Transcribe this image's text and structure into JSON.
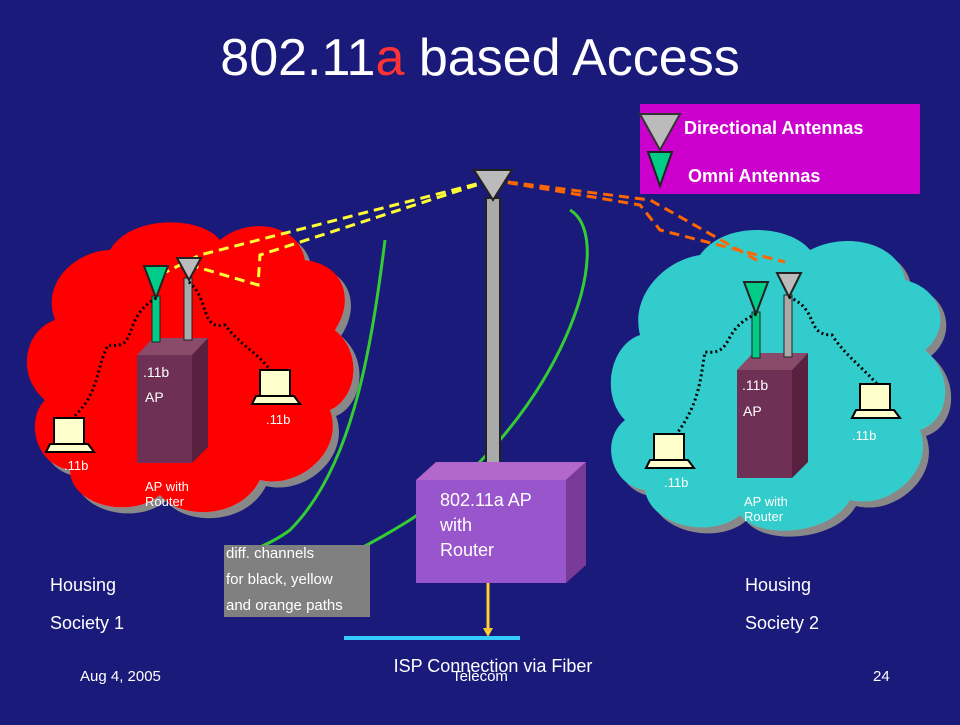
{
  "title": {
    "prefix": "802.11",
    "accent": "a",
    "suffix": " based Access"
  },
  "legend": {
    "directional": "Directional Antennas",
    "omni": "Omni Antennas"
  },
  "society1": {
    "ap_line1": ".11b",
    "ap_line2": "AP",
    "laptop_left": ".11b",
    "laptop_right": ".11b",
    "router_line1": "AP with",
    "router_line2": "Router",
    "housing_line1": "Housing",
    "housing_line2": "Society 1"
  },
  "society2": {
    "ap_line1": ".11b",
    "ap_line2": "AP",
    "laptop_left": ".11b",
    "laptop_right": ".11b",
    "router_line1": "AP with",
    "router_line2": "Router",
    "housing_line1": "Housing",
    "housing_line2": "Society 2"
  },
  "central_ap": {
    "line1": "802.11a AP",
    "line2": "with",
    "line3": "Router"
  },
  "channels_note": {
    "line1": "diff. channels",
    "line2": "for black, yellow",
    "line3": "and orange paths"
  },
  "isp": "ISP Connection via Fiber",
  "footer": {
    "date": "Aug 4, 2005",
    "center": "Telecom",
    "page": "24"
  },
  "colors": {
    "background": "#1a1a7a",
    "cloud1": "#ff0000",
    "cloud2": "#33cccc",
    "legend_bg": "#cc00cc",
    "accent": "#ff3333",
    "yellow_link": "#ffff33",
    "orange_link": "#ff6600",
    "green_link": "#33cc33"
  }
}
